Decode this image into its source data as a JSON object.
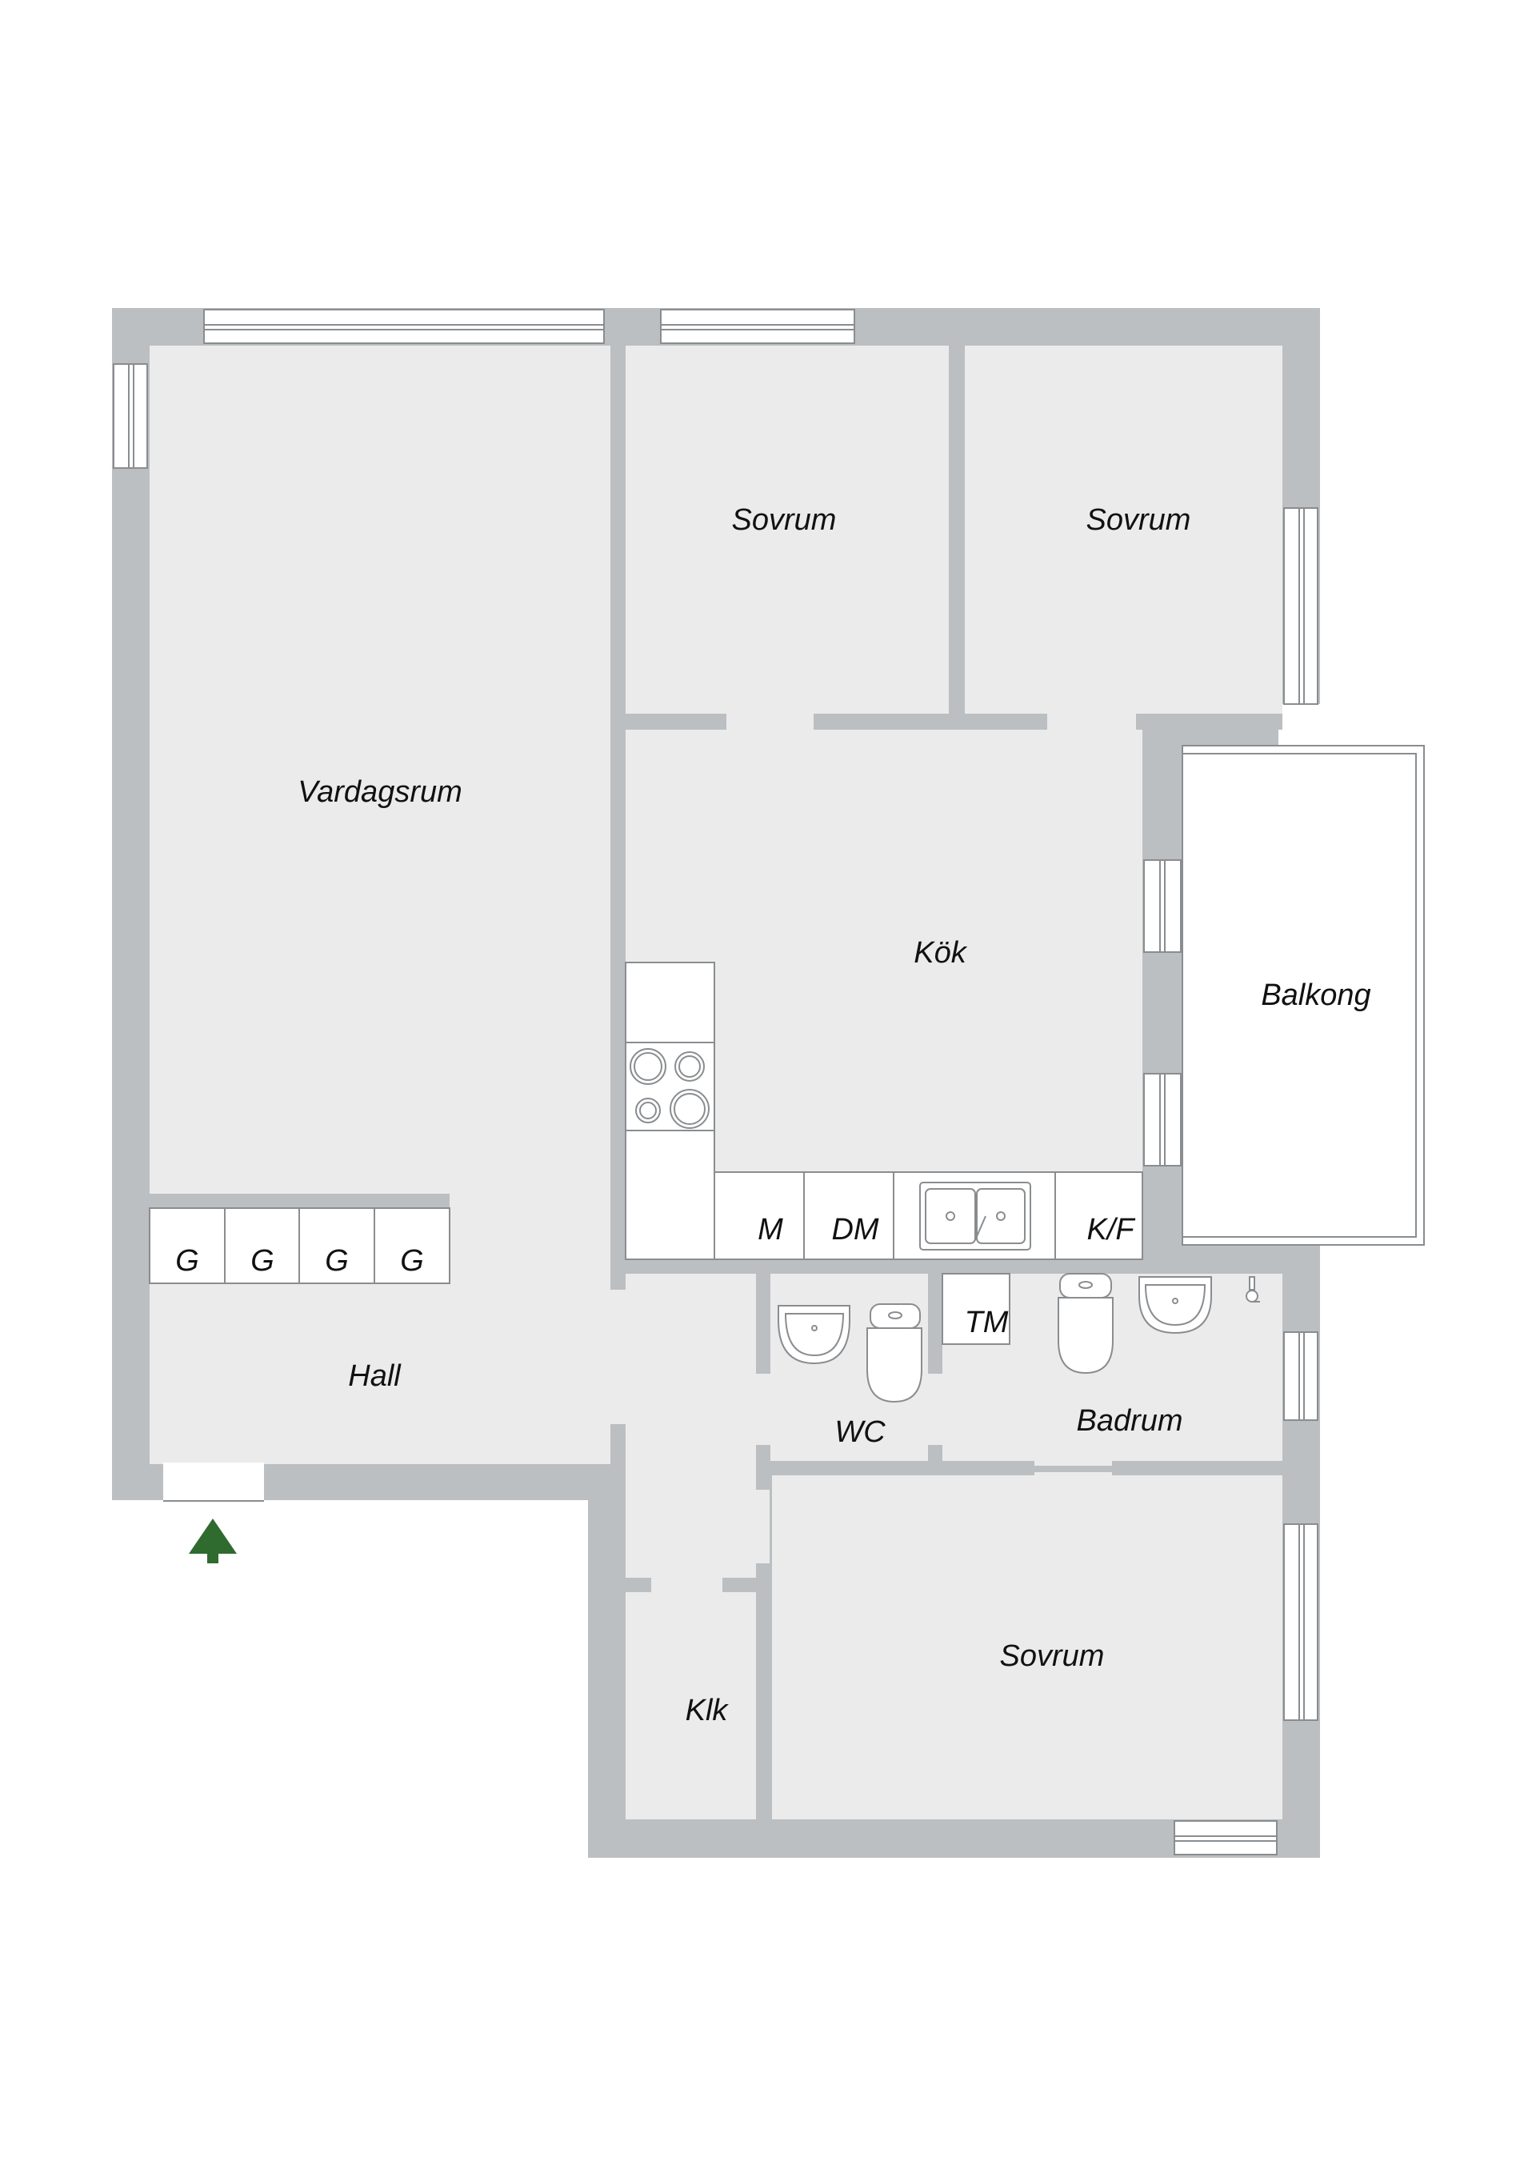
{
  "colors": {
    "wall": "#bbbfc1",
    "floor": "#ebebeb",
    "fixture": "#ffffff",
    "line": "#8a8d90",
    "entrance_arrow": "#2f6b2f"
  },
  "rooms": {
    "vardagsrum": "Vardagsrum",
    "sovrum_1": "Sovrum",
    "sovrum_2": "Sovrum",
    "sovrum_3": "Sovrum",
    "kok": "Kök",
    "balkong": "Balkong",
    "hall": "Hall",
    "wc": "WC",
    "badrum": "Badrum",
    "klk": "Klk"
  },
  "fixtures": {
    "wardrobes": [
      "G",
      "G",
      "G",
      "G"
    ],
    "microwave": "M",
    "dishwasher": "DM",
    "fridge_freezer": "K/F",
    "washing_machine": "TM"
  },
  "icons": {
    "entrance": "entrance-arrow-icon",
    "stove": "stove-icon",
    "sink": "kitchen-sink-icon",
    "toilet": "toilet-icon",
    "washbasin": "washbasin-icon"
  }
}
